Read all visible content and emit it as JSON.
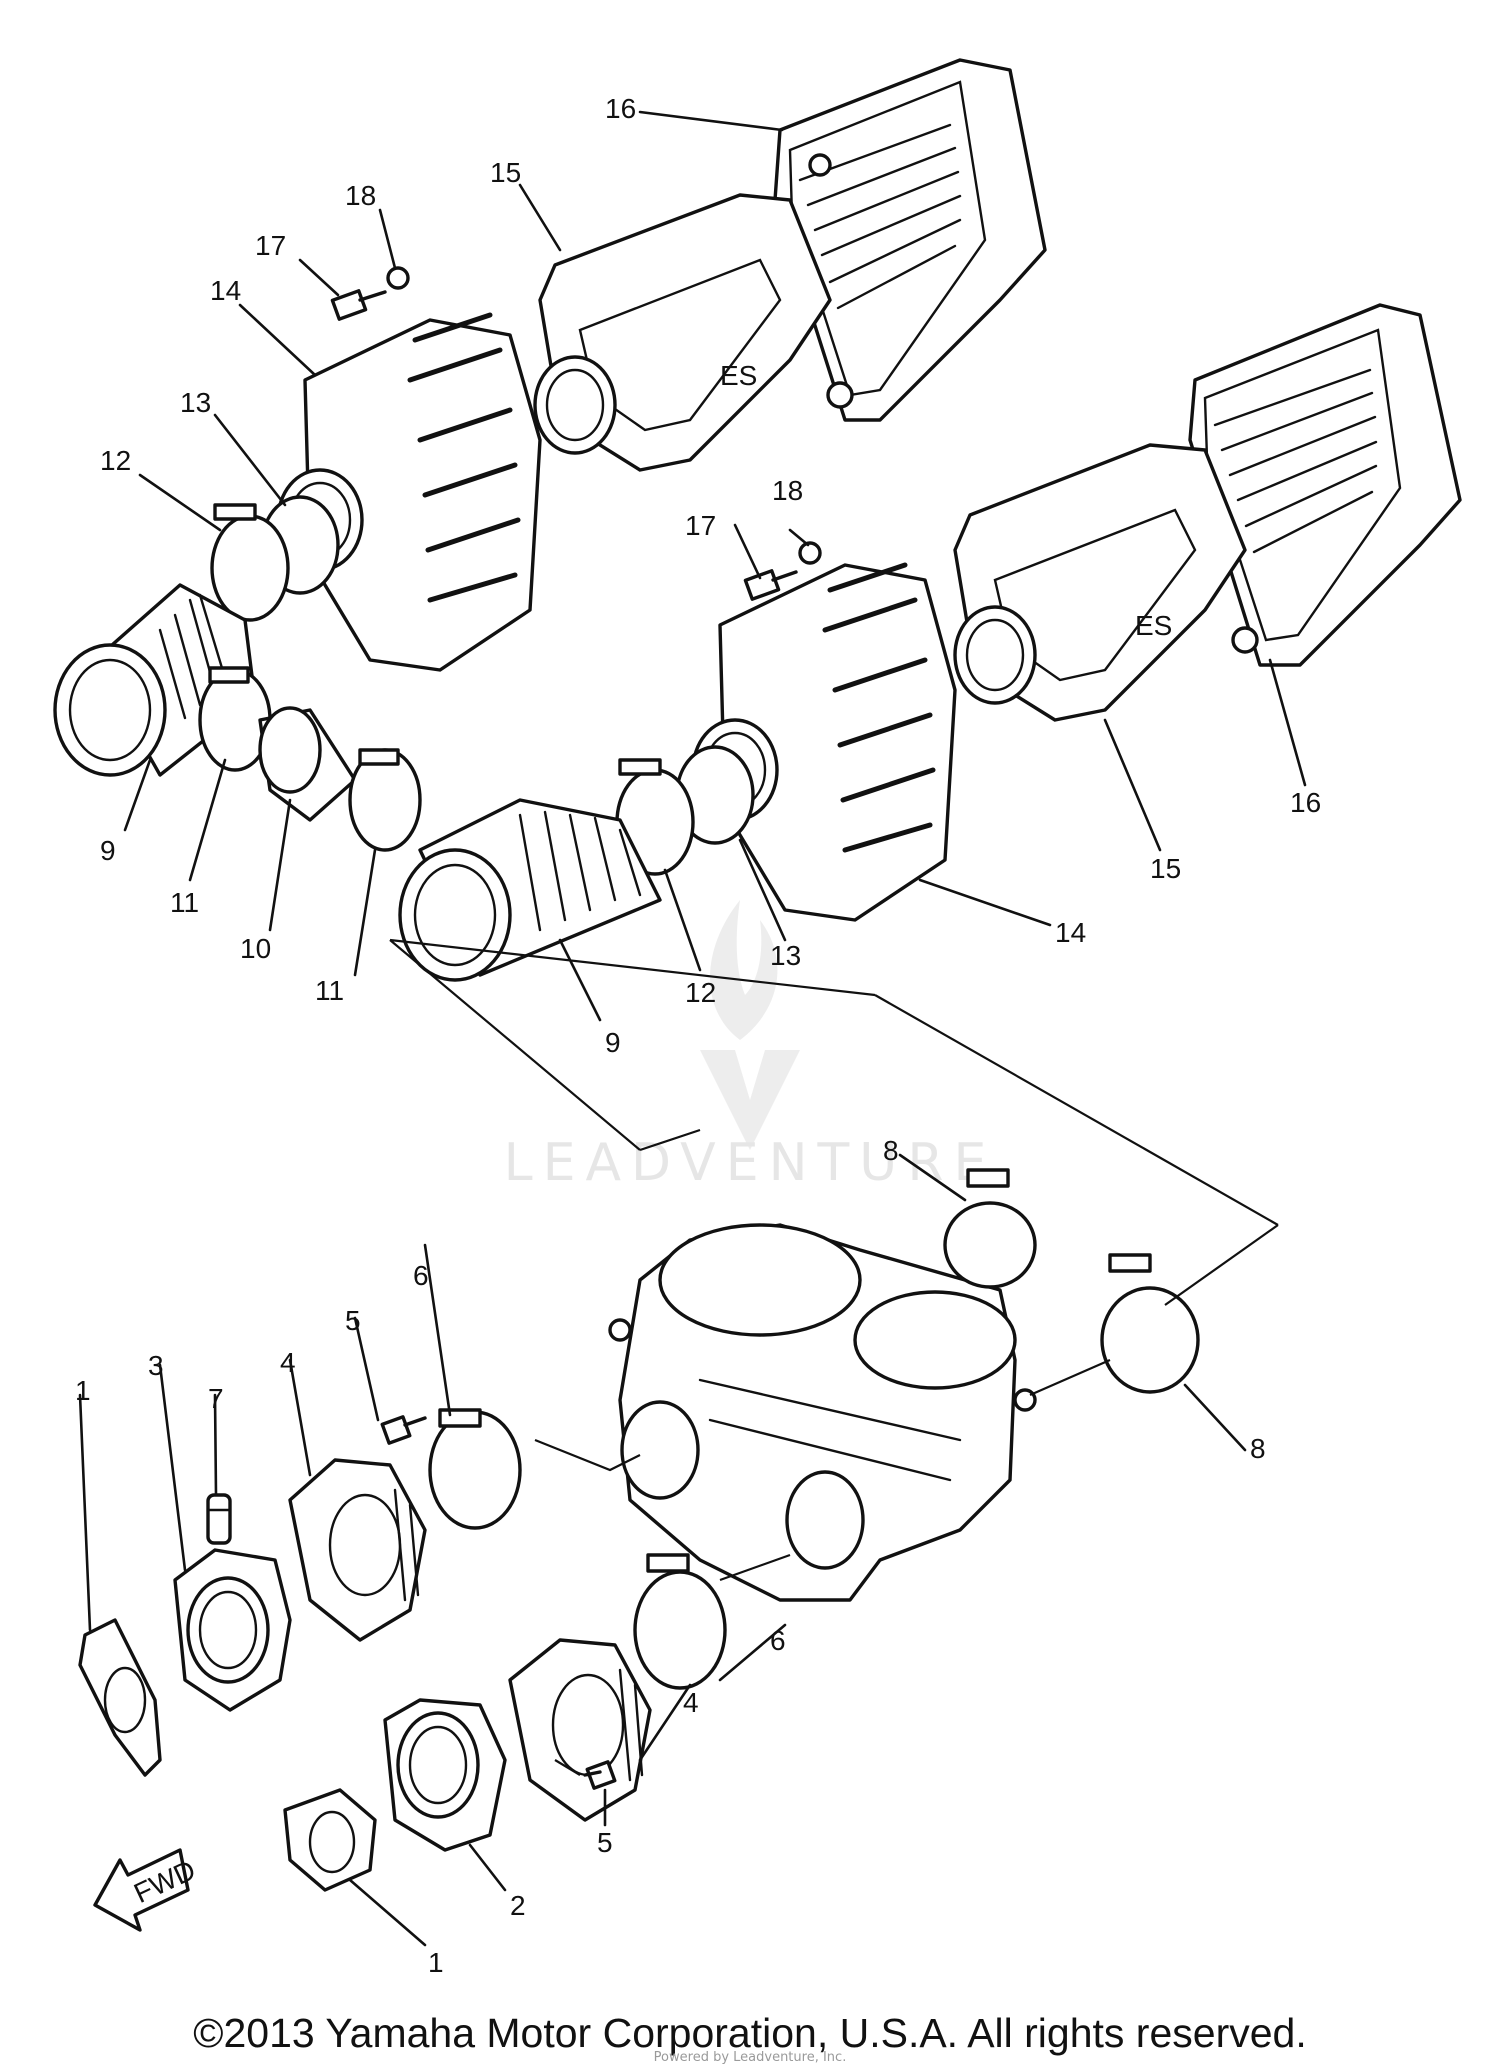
{
  "diagram": {
    "callout_labels": {
      "p1": "1",
      "p2": "2",
      "p3": "3",
      "p4": "4",
      "p5": "5",
      "p6": "6",
      "p7": "7",
      "p8": "8",
      "p9": "9",
      "p10": "10",
      "p11": "11",
      "p12": "12",
      "p13": "13",
      "p14": "14",
      "p15": "15",
      "p16": "16",
      "p17": "17",
      "p18": "18"
    },
    "fwd_arrow": "FWD",
    "watermark": "LEADVENTURE",
    "colors": {
      "line": "#111111",
      "background": "#ffffff",
      "watermark": "#e6e6e6"
    }
  },
  "footer": {
    "copyright": "©2013 Yamaha Motor Corporation, U.S.A. All rights reserved.",
    "credit": "Powered by Leadventure, Inc."
  }
}
